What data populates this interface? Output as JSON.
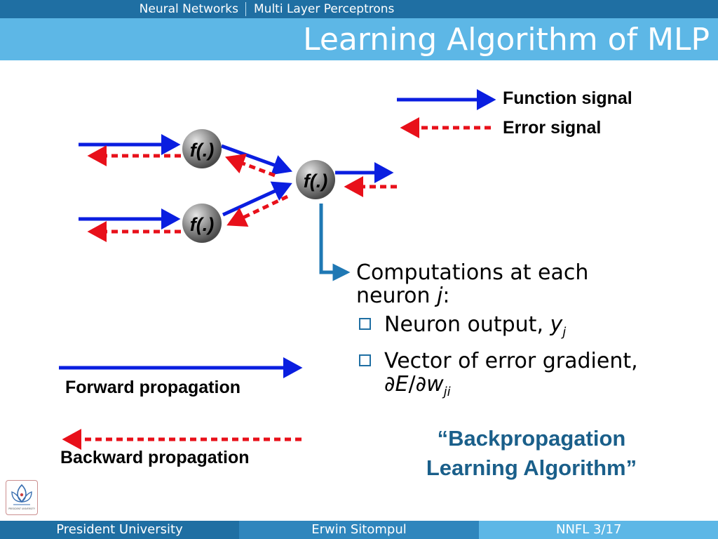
{
  "header": {
    "section": "Neural Networks",
    "subsection": "Multi Layer Perceptrons",
    "title": "Learning Algorithm of MLP"
  },
  "legend": {
    "function_signal": "Function signal",
    "error_signal": "Error signal"
  },
  "neurons": {
    "label": "f(.)"
  },
  "propagation": {
    "forward": "Forward propagation",
    "backward": "Backward propagation"
  },
  "computations": {
    "intro_line1": "Computations at each",
    "intro_line2_prefix": "neuron ",
    "intro_var": "j",
    "intro_suffix": ":",
    "bullet1_text": "Neuron output, ",
    "bullet1_var": "y",
    "bullet1_sub": "j",
    "bullet2_text": "Vector of error gradient,",
    "bullet2_math_partial1": "∂",
    "bullet2_math_E": "E",
    "bullet2_math_slash": "/",
    "bullet2_math_partial2": "∂",
    "bullet2_math_w": "w",
    "bullet2_math_sub": "ji"
  },
  "quote": {
    "line1": "“Backpropagation",
    "line2": "Learning Algorithm”"
  },
  "footer": {
    "institution": "President University",
    "author": "Erwin Sitompul",
    "page": "NNFL 3/17"
  },
  "logo": {
    "text": "PRESIDENT UNIVERSITY"
  },
  "colors": {
    "header_dark": "#1f6fa3",
    "header_light": "#5db7e6",
    "function_signal": "#0a1ee0",
    "error_signal": "#e8101a",
    "accent_line": "#1f78b4",
    "quote_text": "#1a5f8a"
  }
}
